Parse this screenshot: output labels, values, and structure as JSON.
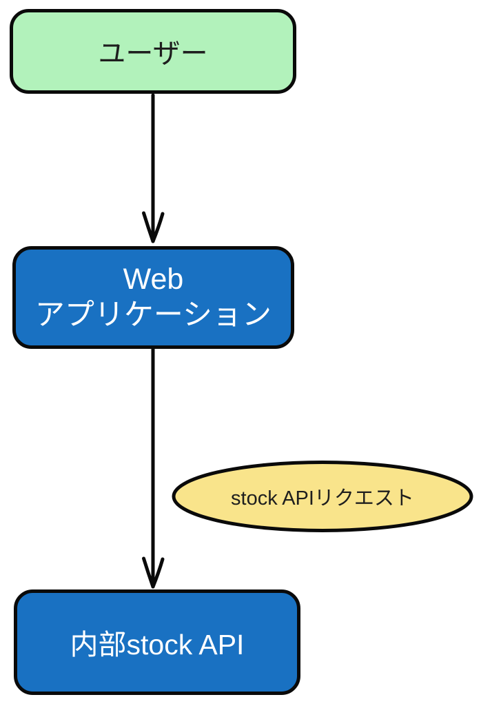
{
  "diagram": {
    "type": "flowchart",
    "direction": "top-down",
    "background_color": "#ffffff",
    "stroke_color": "#0a0a0a",
    "nodes": [
      {
        "id": "user",
        "label": "ユーザー",
        "shape": "rounded-rectangle",
        "fill": "#b2f2bb",
        "text_color": "#1e1e1e"
      },
      {
        "id": "web-application",
        "label": "Web\nアプリケーション",
        "shape": "rounded-rectangle",
        "fill": "#1971c2",
        "text_color": "#ffffff"
      },
      {
        "id": "internal-stock-api",
        "label": "内部stock API",
        "shape": "rounded-rectangle",
        "fill": "#1971c2",
        "text_color": "#ffffff"
      }
    ],
    "edges": [
      {
        "from": "user",
        "to": "web-application",
        "label": "",
        "arrowhead": "v-shaped"
      },
      {
        "from": "web-application",
        "to": "internal-stock-api",
        "label": "stock APIリクエスト",
        "label_shape": "ellipse",
        "label_fill": "#f9e48b",
        "label_text_color": "#1e1e1e",
        "arrowhead": "v-shaped"
      }
    ]
  }
}
